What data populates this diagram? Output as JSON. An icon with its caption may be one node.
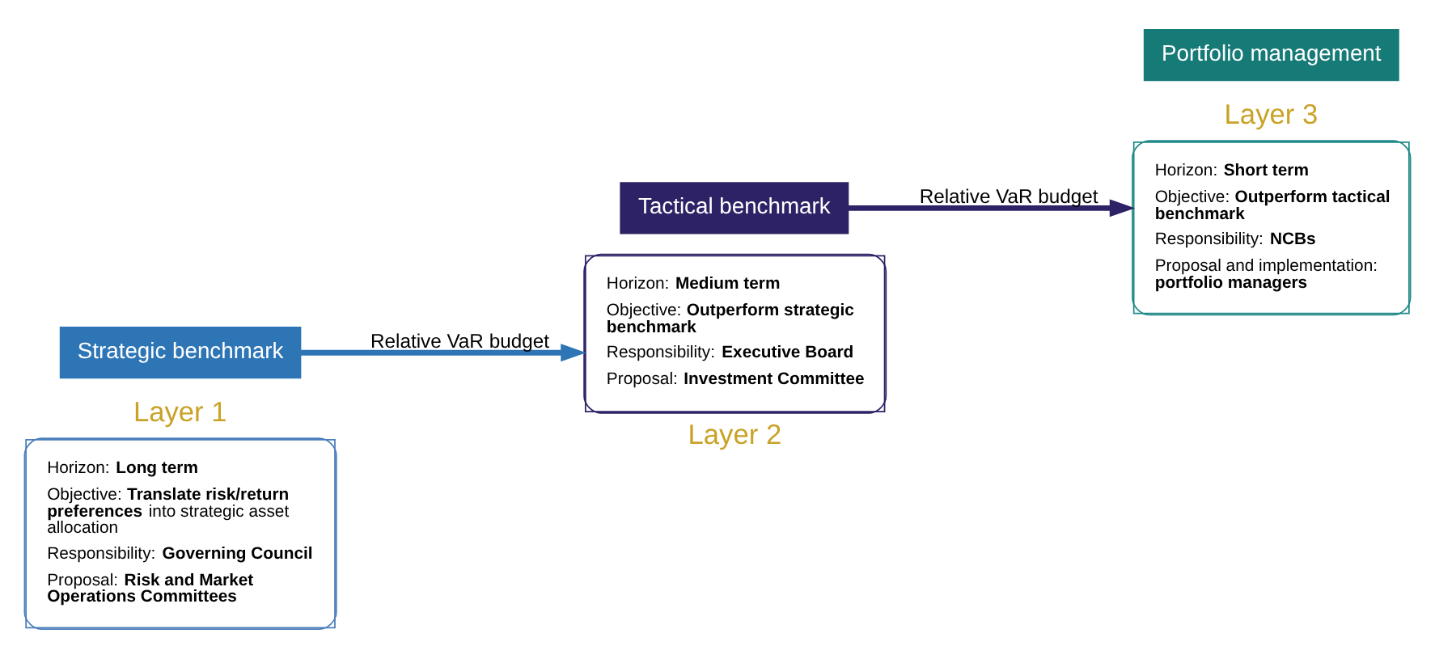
{
  "diagram": {
    "nodes": [
      {
        "text": [
          "Layer 1",
          "Horizon: **Long term**",
          "Objective: **Translate risk/return preferences** into strategic asset allocation",
          "Responsibility: **Governing Council**",
          "Proposal: **Risk and Market Operations Committees**"
        ]
      },
      {
        "text": [
          "Strategic benchmark"
        ]
      },
      {
        "text": [
          "Horizon: **Medium term**",
          "Objective: **Outperform strategic benchmark**",
          "Responsibility: **Executive Board**",
          "Proposal: **Investment Committee**",
          "Layer 2"
        ]
      },
      {
        "text": [
          "Tactical benchmark"
        ]
      },
      {
        "text": [
          "Layer 3",
          "Horizon: **Short term**",
          "Objective: **Outperform tactical benchmark**",
          "Responsibility: **NCBs**",
          "Proposal and implementation: **portfolio managers**"
        ]
      },
      {
        "text": [
          "Portfolio management"
        ]
      }
    ],
    "edges": [
      {
        "from": 1,
        "to": 2,
        "arrow": "to",
        "label": "Relative VaR budget",
        "color": "#2e75b6"
      },
      {
        "from": 3,
        "to": 4,
        "arrow": "to",
        "label": "Relative VaR budget",
        "color": "#2e2266"
      }
    ]
  }
}
